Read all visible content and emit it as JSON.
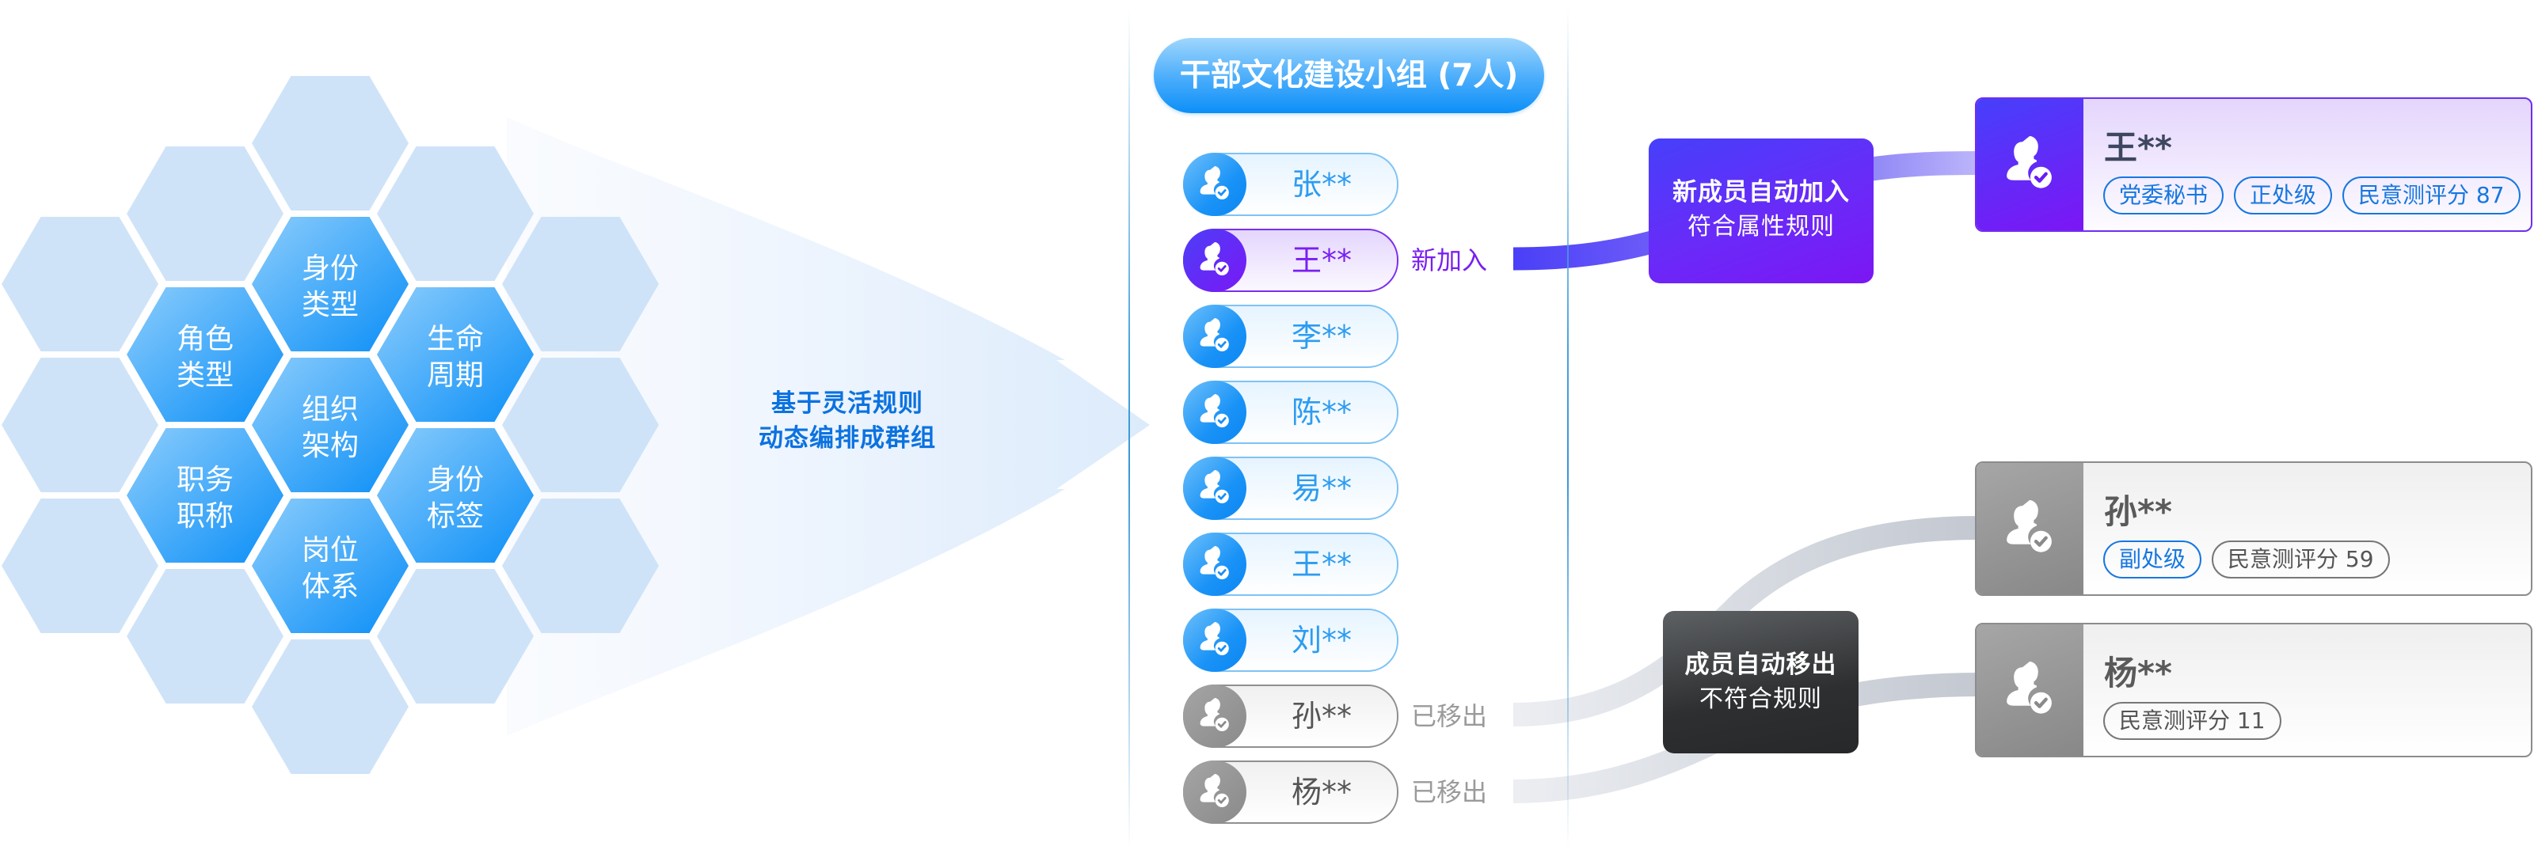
{
  "colors": {
    "hex_light": "#cfe3f8",
    "hex_active_from": "#7cc4fb",
    "hex_active_to": "#0a8ef7",
    "primary_blue": "#1890ff",
    "purple": "#7a1ff0",
    "gray": "#8c8c8c",
    "connector_purple": "#5a4af8",
    "connector_gray": "#c5cad3"
  },
  "attributes": {
    "active": [
      {
        "label_lines": [
          "身份",
          "类型"
        ],
        "col": 2,
        "row": 1
      },
      {
        "label_lines": [
          "角色",
          "类型"
        ],
        "col": 1,
        "row": 1
      },
      {
        "label_lines": [
          "生命",
          "周期"
        ],
        "col": 3,
        "row": 1
      },
      {
        "label_lines": [
          "组织",
          "架构"
        ],
        "col": 2,
        "row": 2
      },
      {
        "label_lines": [
          "职务",
          "职称"
        ],
        "col": 1,
        "row": 2
      },
      {
        "label_lines": [
          "身份",
          "标签"
        ],
        "col": 3,
        "row": 2
      },
      {
        "label_lines": [
          "岗位",
          "体系"
        ],
        "col": 2,
        "row": 3
      }
    ]
  },
  "funnel": {
    "line1": "基于灵活规则",
    "line2": "动态编排成群组"
  },
  "group": {
    "title": "干部文化建设小组 (7人)",
    "members": [
      {
        "name": "张**",
        "state": "member",
        "status": ""
      },
      {
        "name": "王**",
        "state": "new",
        "status": "新加入"
      },
      {
        "name": "李**",
        "state": "member",
        "status": ""
      },
      {
        "name": "陈**",
        "state": "member",
        "status": ""
      },
      {
        "name": "易**",
        "state": "member",
        "status": ""
      },
      {
        "name": "王**",
        "state": "member",
        "status": ""
      },
      {
        "name": "刘**",
        "state": "member",
        "status": ""
      },
      {
        "name": "孙**",
        "state": "removed",
        "status": "已移出"
      },
      {
        "name": "杨**",
        "state": "removed",
        "status": "已移出"
      }
    ]
  },
  "rules": {
    "add": {
      "title": "新成员自动加入",
      "subtitle": "符合属性规则"
    },
    "remove": {
      "title": "成员自动移出",
      "subtitle": "不符合规则"
    }
  },
  "cards": [
    {
      "name": "王**",
      "kind": "added",
      "tags": [
        {
          "text": "党委秘书",
          "style": "blue"
        },
        {
          "text": "正处级",
          "style": "blue"
        },
        {
          "text": "民意测评分 87",
          "style": "blue"
        }
      ]
    },
    {
      "name": "孙**",
      "kind": "gone",
      "tags": [
        {
          "text": "副处级",
          "style": "blue"
        },
        {
          "text": "民意测评分 59",
          "style": "gray"
        }
      ]
    },
    {
      "name": "杨**",
      "kind": "gone",
      "tags": [
        {
          "text": "民意测评分 11",
          "style": "gray"
        }
      ]
    }
  ]
}
